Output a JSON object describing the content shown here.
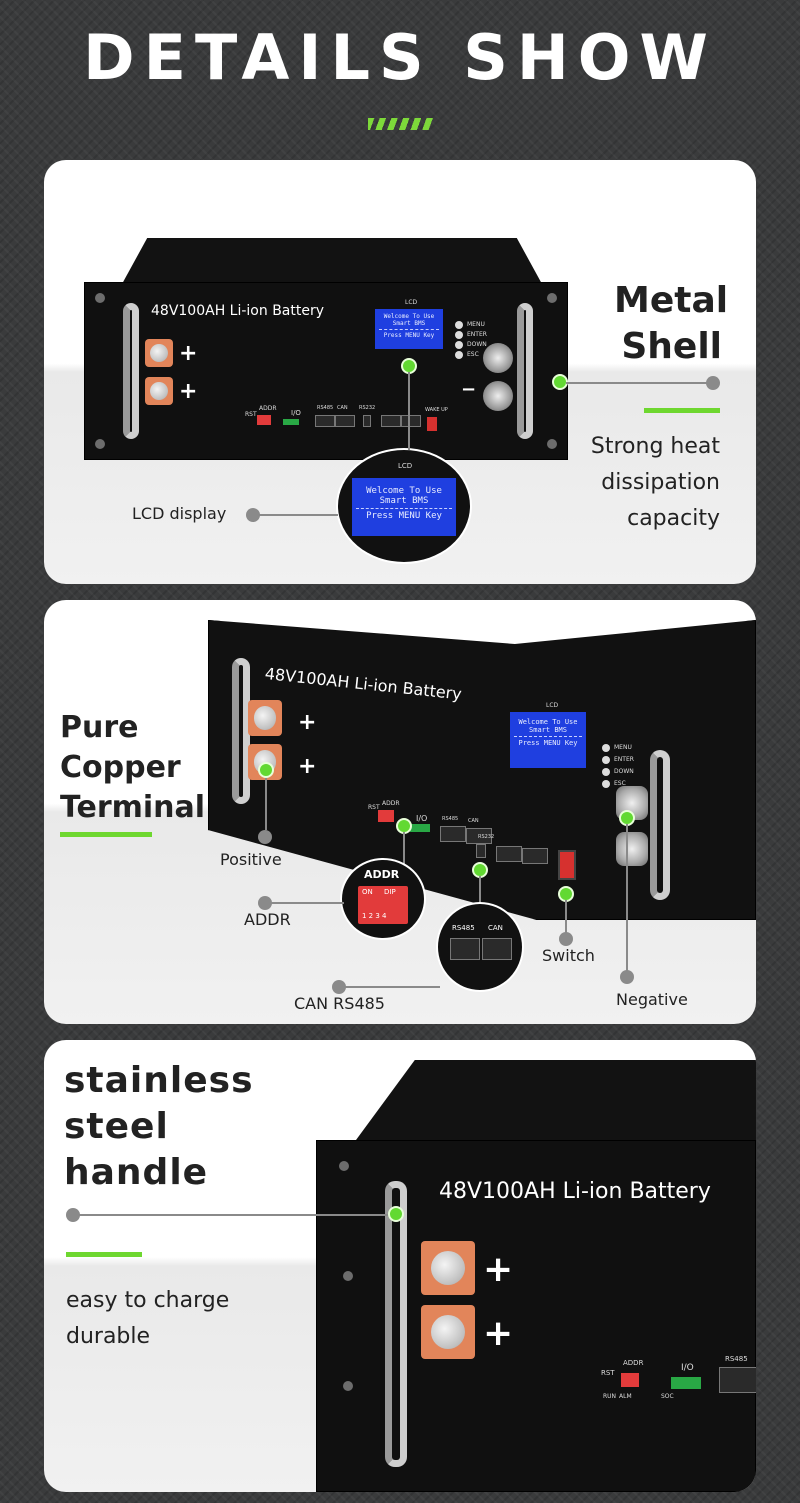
{
  "header": {
    "title": "DETAILS SHOW"
  },
  "colors": {
    "accent": "#6ed72f",
    "background": "#3a3b3c",
    "lcd": "#1f3fe0",
    "terminal": "#e2855a"
  },
  "battery": {
    "model": "48V100AH Li-ion Battery"
  },
  "lcd": {
    "title": "LCD",
    "line1": "Welcome To Use",
    "line2": "Smart BMS",
    "line3": "Press MENU Key"
  },
  "buttons": [
    "MENU",
    "ENTER",
    "DOWN",
    "ESC"
  ],
  "panel_labels": {
    "rst": "RST",
    "addr": "ADDR",
    "io": "I/O",
    "rs485": "RS485",
    "can": "CAN",
    "rs232": "RS232",
    "wakeup": "WAKE UP",
    "run": "RUN",
    "alm": "ALM",
    "soc": "SOC",
    "plus": "+",
    "minus": "−"
  },
  "card1": {
    "heading_line1": "Metal",
    "heading_line2": "Shell",
    "desc_line1": "Strong heat",
    "desc_line2": "dissipation",
    "desc_line3": "capacity",
    "callout_lcd": "LCD display"
  },
  "card2": {
    "heading_line1": "Pure",
    "heading_line2": "Copper",
    "heading_line3": "Terminal",
    "callouts": {
      "positive": "Positive",
      "addr": "ADDR",
      "can_rs485": "CAN RS485",
      "switch": "Switch",
      "negative": "Negative"
    },
    "zoom_addr": {
      "title": "ADDR",
      "on": "ON",
      "dip": "DIP",
      "digits": "1 2 3 4"
    },
    "zoom_ports": {
      "left": "RS485",
      "right": "CAN"
    }
  },
  "card3": {
    "heading_line1": "stainless",
    "heading_line2": "steel",
    "heading_line3": "handle",
    "desc_line1": "easy to charge",
    "desc_line2": "durable"
  }
}
